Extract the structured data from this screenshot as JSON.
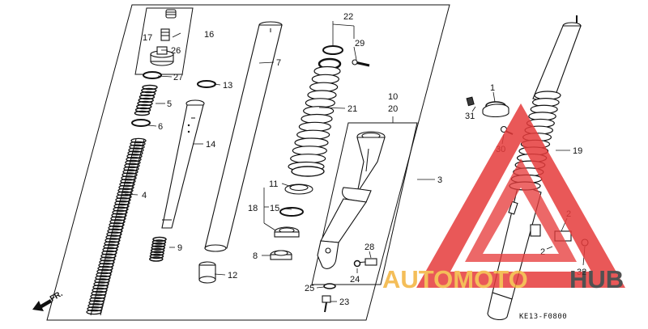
{
  "diagram": {
    "drawing_code": "KE13-F0800",
    "front_arrow_label": "FR.",
    "callouts": {
      "c1": "1",
      "c2a": "2",
      "c2b": "2",
      "c3": "3",
      "c4": "4",
      "c5": "5",
      "c6": "6",
      "c7": "7",
      "c8": "8",
      "c9": "9",
      "c10": "10",
      "c11": "11",
      "c12": "12",
      "c13": "13",
      "c14": "14",
      "c15": "15",
      "c16": "16",
      "c17": "17",
      "c18": "18",
      "c19": "19",
      "c20": "20",
      "c21": "21",
      "c22": "22",
      "c23": "23",
      "c24": "24",
      "c25": "25",
      "c26": "26",
      "c27": "27",
      "c28": "28",
      "c29": "29",
      "c30": "30",
      "c31": "31",
      "c32": "32"
    }
  },
  "watermark": {
    "auto_text": "AUTOMOTO",
    "hub_text": "HUB",
    "colors": {
      "triangle": "#e63b3b",
      "auto": "#f3b33d",
      "hub": "#333333"
    }
  }
}
